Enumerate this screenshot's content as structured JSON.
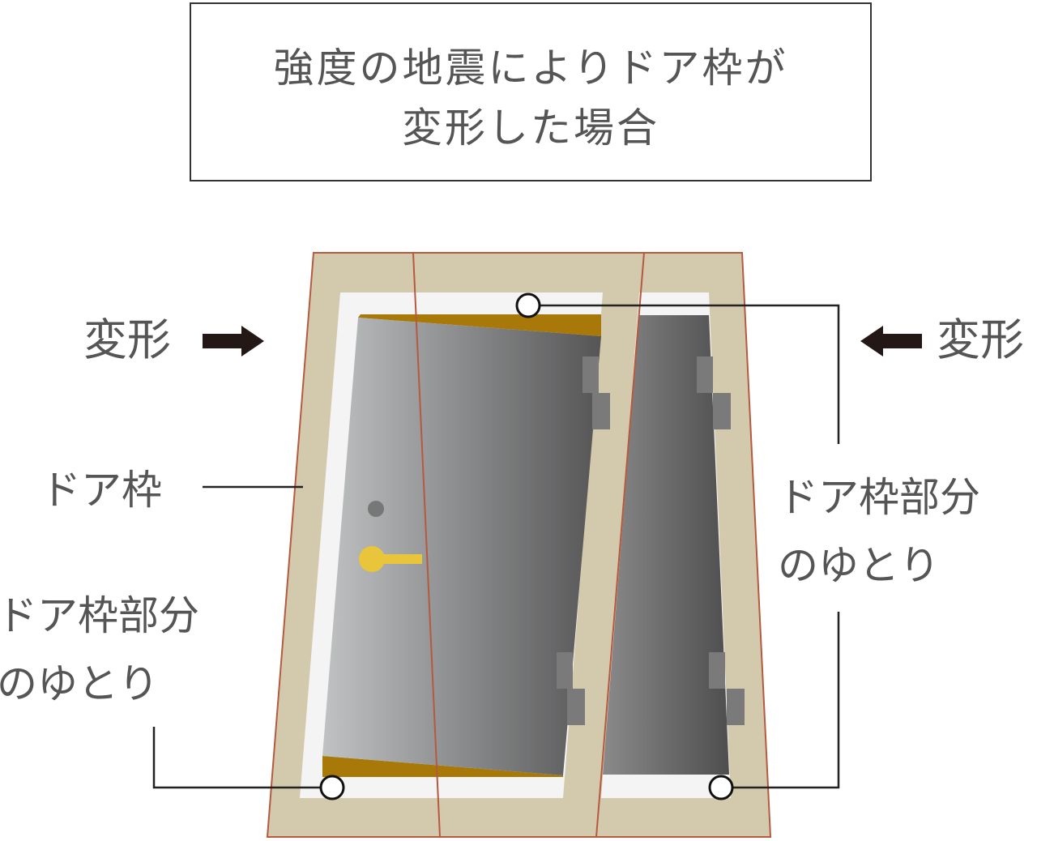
{
  "title": {
    "line1": "強度の地震によりドア枠が",
    "line2": "変形した場合"
  },
  "labels": {
    "deform_left": "変形",
    "deform_right": "変形",
    "door_frame": "ドア枠",
    "clearance_left": {
      "line1": "ドア枠部分",
      "line2": "のゆとり"
    },
    "clearance_right": {
      "line1": "ドア枠部分",
      "line2": "のゆとり"
    }
  },
  "colors": {
    "frame": "#d3c9ad",
    "frame_outline": "#b5593f",
    "opening": "#f4f4f4",
    "gap": "#a87808",
    "knob": "#e8c53a",
    "line": "#222222"
  }
}
